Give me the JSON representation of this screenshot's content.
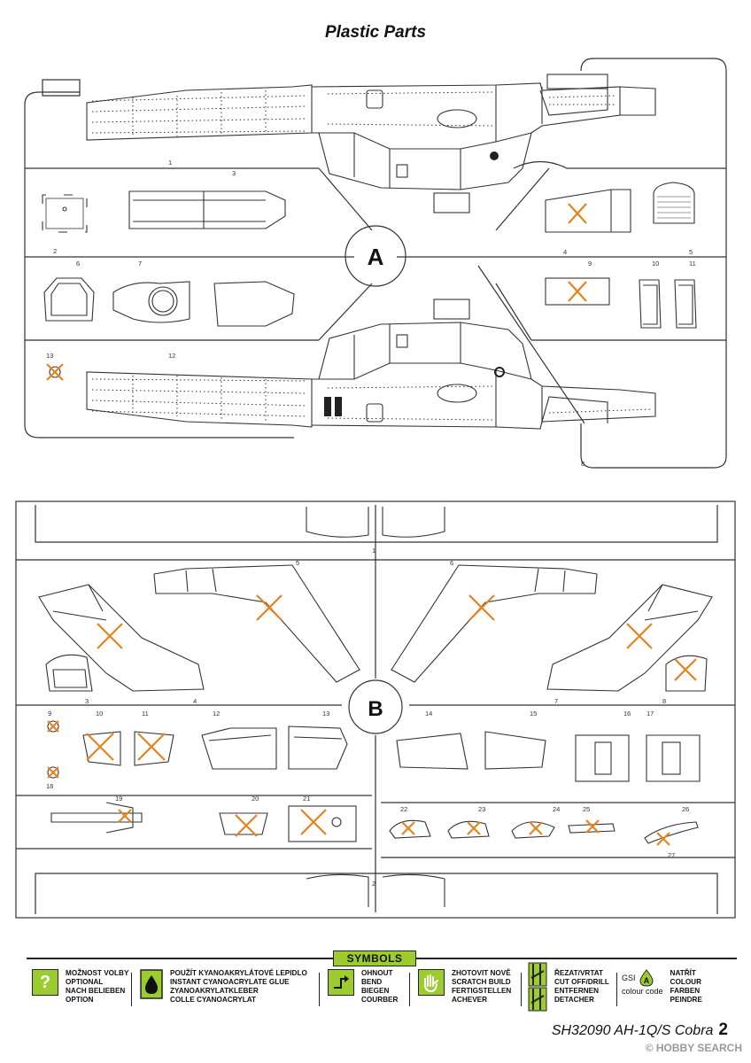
{
  "page": {
    "title": "Plastic Parts",
    "footer_code": "SH32090 AH-1Q/S Cobra",
    "page_number": "2",
    "watermark": "© HOBBY SEARCH"
  },
  "sprue_a": {
    "label": "A",
    "part_numbers": [
      "1",
      "2",
      "3",
      "4",
      "5",
      "6",
      "7",
      "8",
      "9",
      "10",
      "11",
      "12",
      "13"
    ]
  },
  "sprue_b": {
    "label": "B",
    "part_numbers": [
      "1",
      "2",
      "3",
      "4",
      "5",
      "6",
      "7",
      "8",
      "9",
      "10",
      "11",
      "12",
      "13",
      "14",
      "15",
      "16",
      "17",
      "18",
      "19",
      "20",
      "21",
      "22",
      "23",
      "24",
      "25",
      "26",
      "27"
    ]
  },
  "symbols": {
    "header": "SYMBOLS",
    "items": [
      {
        "icon": "question-icon",
        "lines": [
          "MOŽNOST VOLBY",
          "OPTIONAL",
          "NACH BELIEBEN",
          "OPTION"
        ]
      },
      {
        "icon": "glue-drop-icon",
        "lines": [
          "POUŽÍT KYANOAKRYLÁTOVÉ LEPIDLO",
          "INSTANT CYANOACRYLATE GLUE",
          "ZYANOAKRYLATKLEBER",
          "COLLE CYANOACRYLAT"
        ]
      },
      {
        "icon": "bend-icon",
        "lines": [
          "OHNOUT",
          "BEND",
          "BIEGEN",
          "COURBER"
        ]
      },
      {
        "icon": "hand-icon",
        "lines": [
          "ZHOTOVIT NOVĚ",
          "SCRATCH BUILD",
          "FERTIGSTELLEN",
          "ACHEVER"
        ]
      },
      {
        "icon": "cut-drill-icon",
        "lines": [
          "ŘEZAT/VRTAT",
          "CUT OFF/DRILL",
          "ENTFERNEN",
          "DETACHER"
        ]
      },
      {
        "icon": "paint-icon",
        "gsi_label": "GSI",
        "gsi_letter": "A",
        "gsi_caption": "colour code",
        "lines": [
          "NATŘÍT",
          "COLOUR",
          "FARBEN",
          "PEINDRE"
        ]
      }
    ]
  },
  "colors": {
    "accent": "#9ccc2e",
    "remove_mark": "#e8821e",
    "line": "#333333"
  }
}
